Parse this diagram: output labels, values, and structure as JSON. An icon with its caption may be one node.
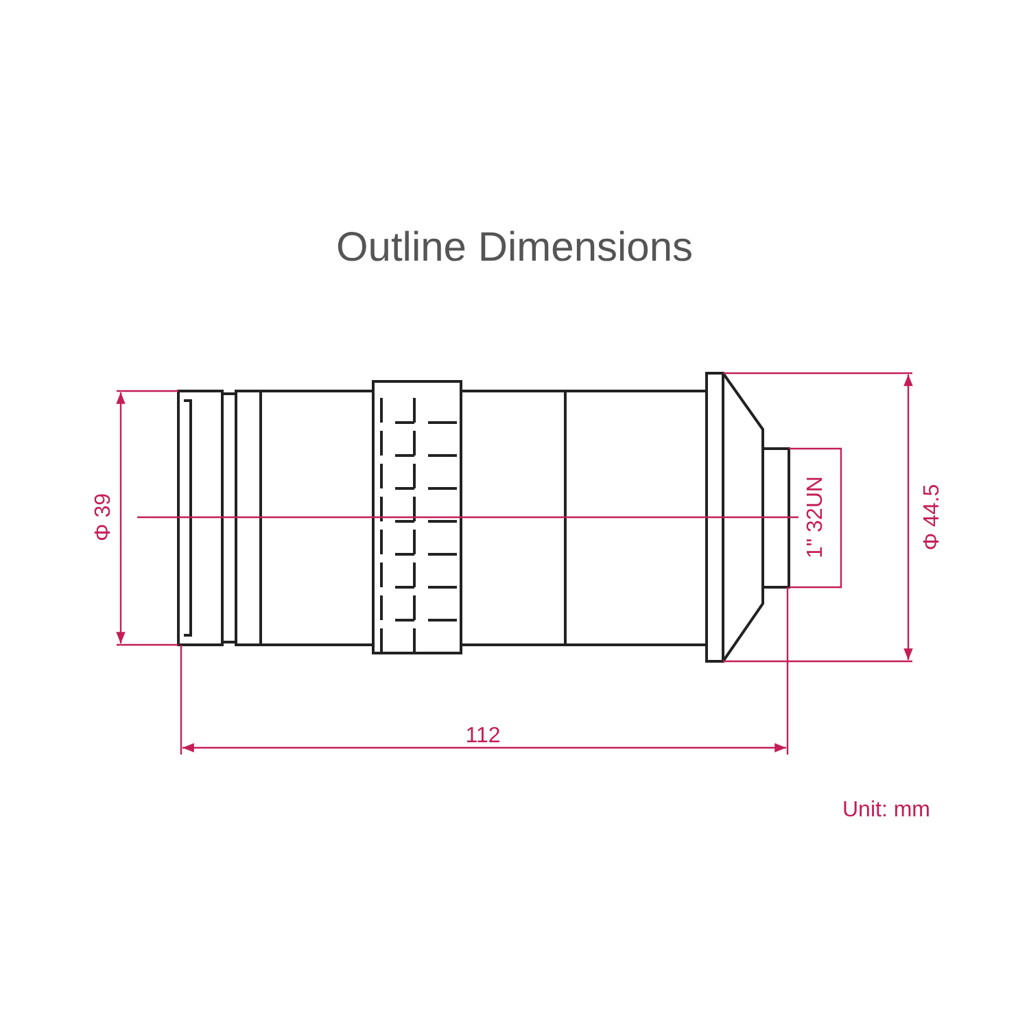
{
  "diagram": {
    "title": "Outline Dimensions",
    "labels": [
      "Φ 39",
      "1\" 32UN",
      "Φ 44.5",
      "112",
      "Unit: mm"
    ]
  }
}
